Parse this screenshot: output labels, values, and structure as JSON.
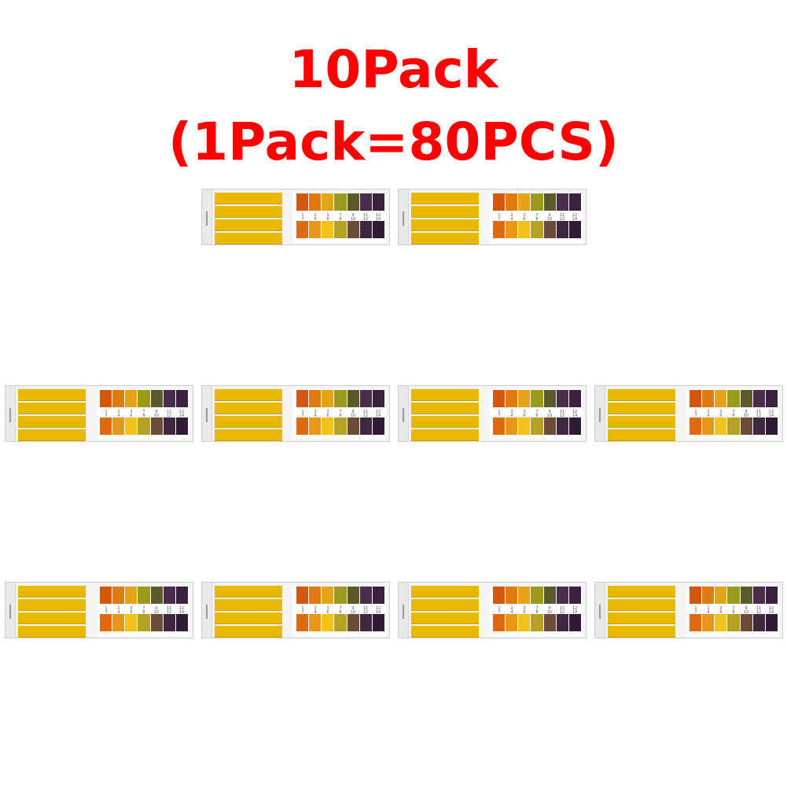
{
  "title": {
    "line1": "10Pack",
    "line2": "(1Pack=80PCS)",
    "color": "#ff0000"
  },
  "pack_count": 10,
  "packs": [
    {
      "name": "ph-paper-pack-1"
    },
    {
      "name": "ph-paper-pack-2"
    },
    {
      "name": "ph-paper-pack-3"
    },
    {
      "name": "ph-paper-pack-4"
    },
    {
      "name": "ph-paper-pack-5"
    },
    {
      "name": "ph-paper-pack-6"
    },
    {
      "name": "ph-paper-pack-7"
    },
    {
      "name": "ph-paper-pack-8"
    },
    {
      "name": "ph-paper-pack-9"
    },
    {
      "name": "ph-paper-pack-10"
    }
  ],
  "ph_chart": {
    "row1_labels": [
      "1",
      "2",
      "3",
      "7",
      "9",
      "11",
      "12"
    ],
    "row2_labels": [
      "7",
      "4",
      "6",
      "8",
      "10",
      "12",
      "14"
    ],
    "row1_colors": [
      "#d4570e",
      "#e07a12",
      "#e4a417",
      "#9c9a1e",
      "#5a5a2a",
      "#4a2d4a",
      "#3a213e"
    ],
    "row2_colors": [
      "#de6a10",
      "#e8961a",
      "#f0c21a",
      "#b7a026",
      "#6b4b39",
      "#3f2740",
      "#2f1b33"
    ],
    "strip_color": "#e8b800"
  }
}
